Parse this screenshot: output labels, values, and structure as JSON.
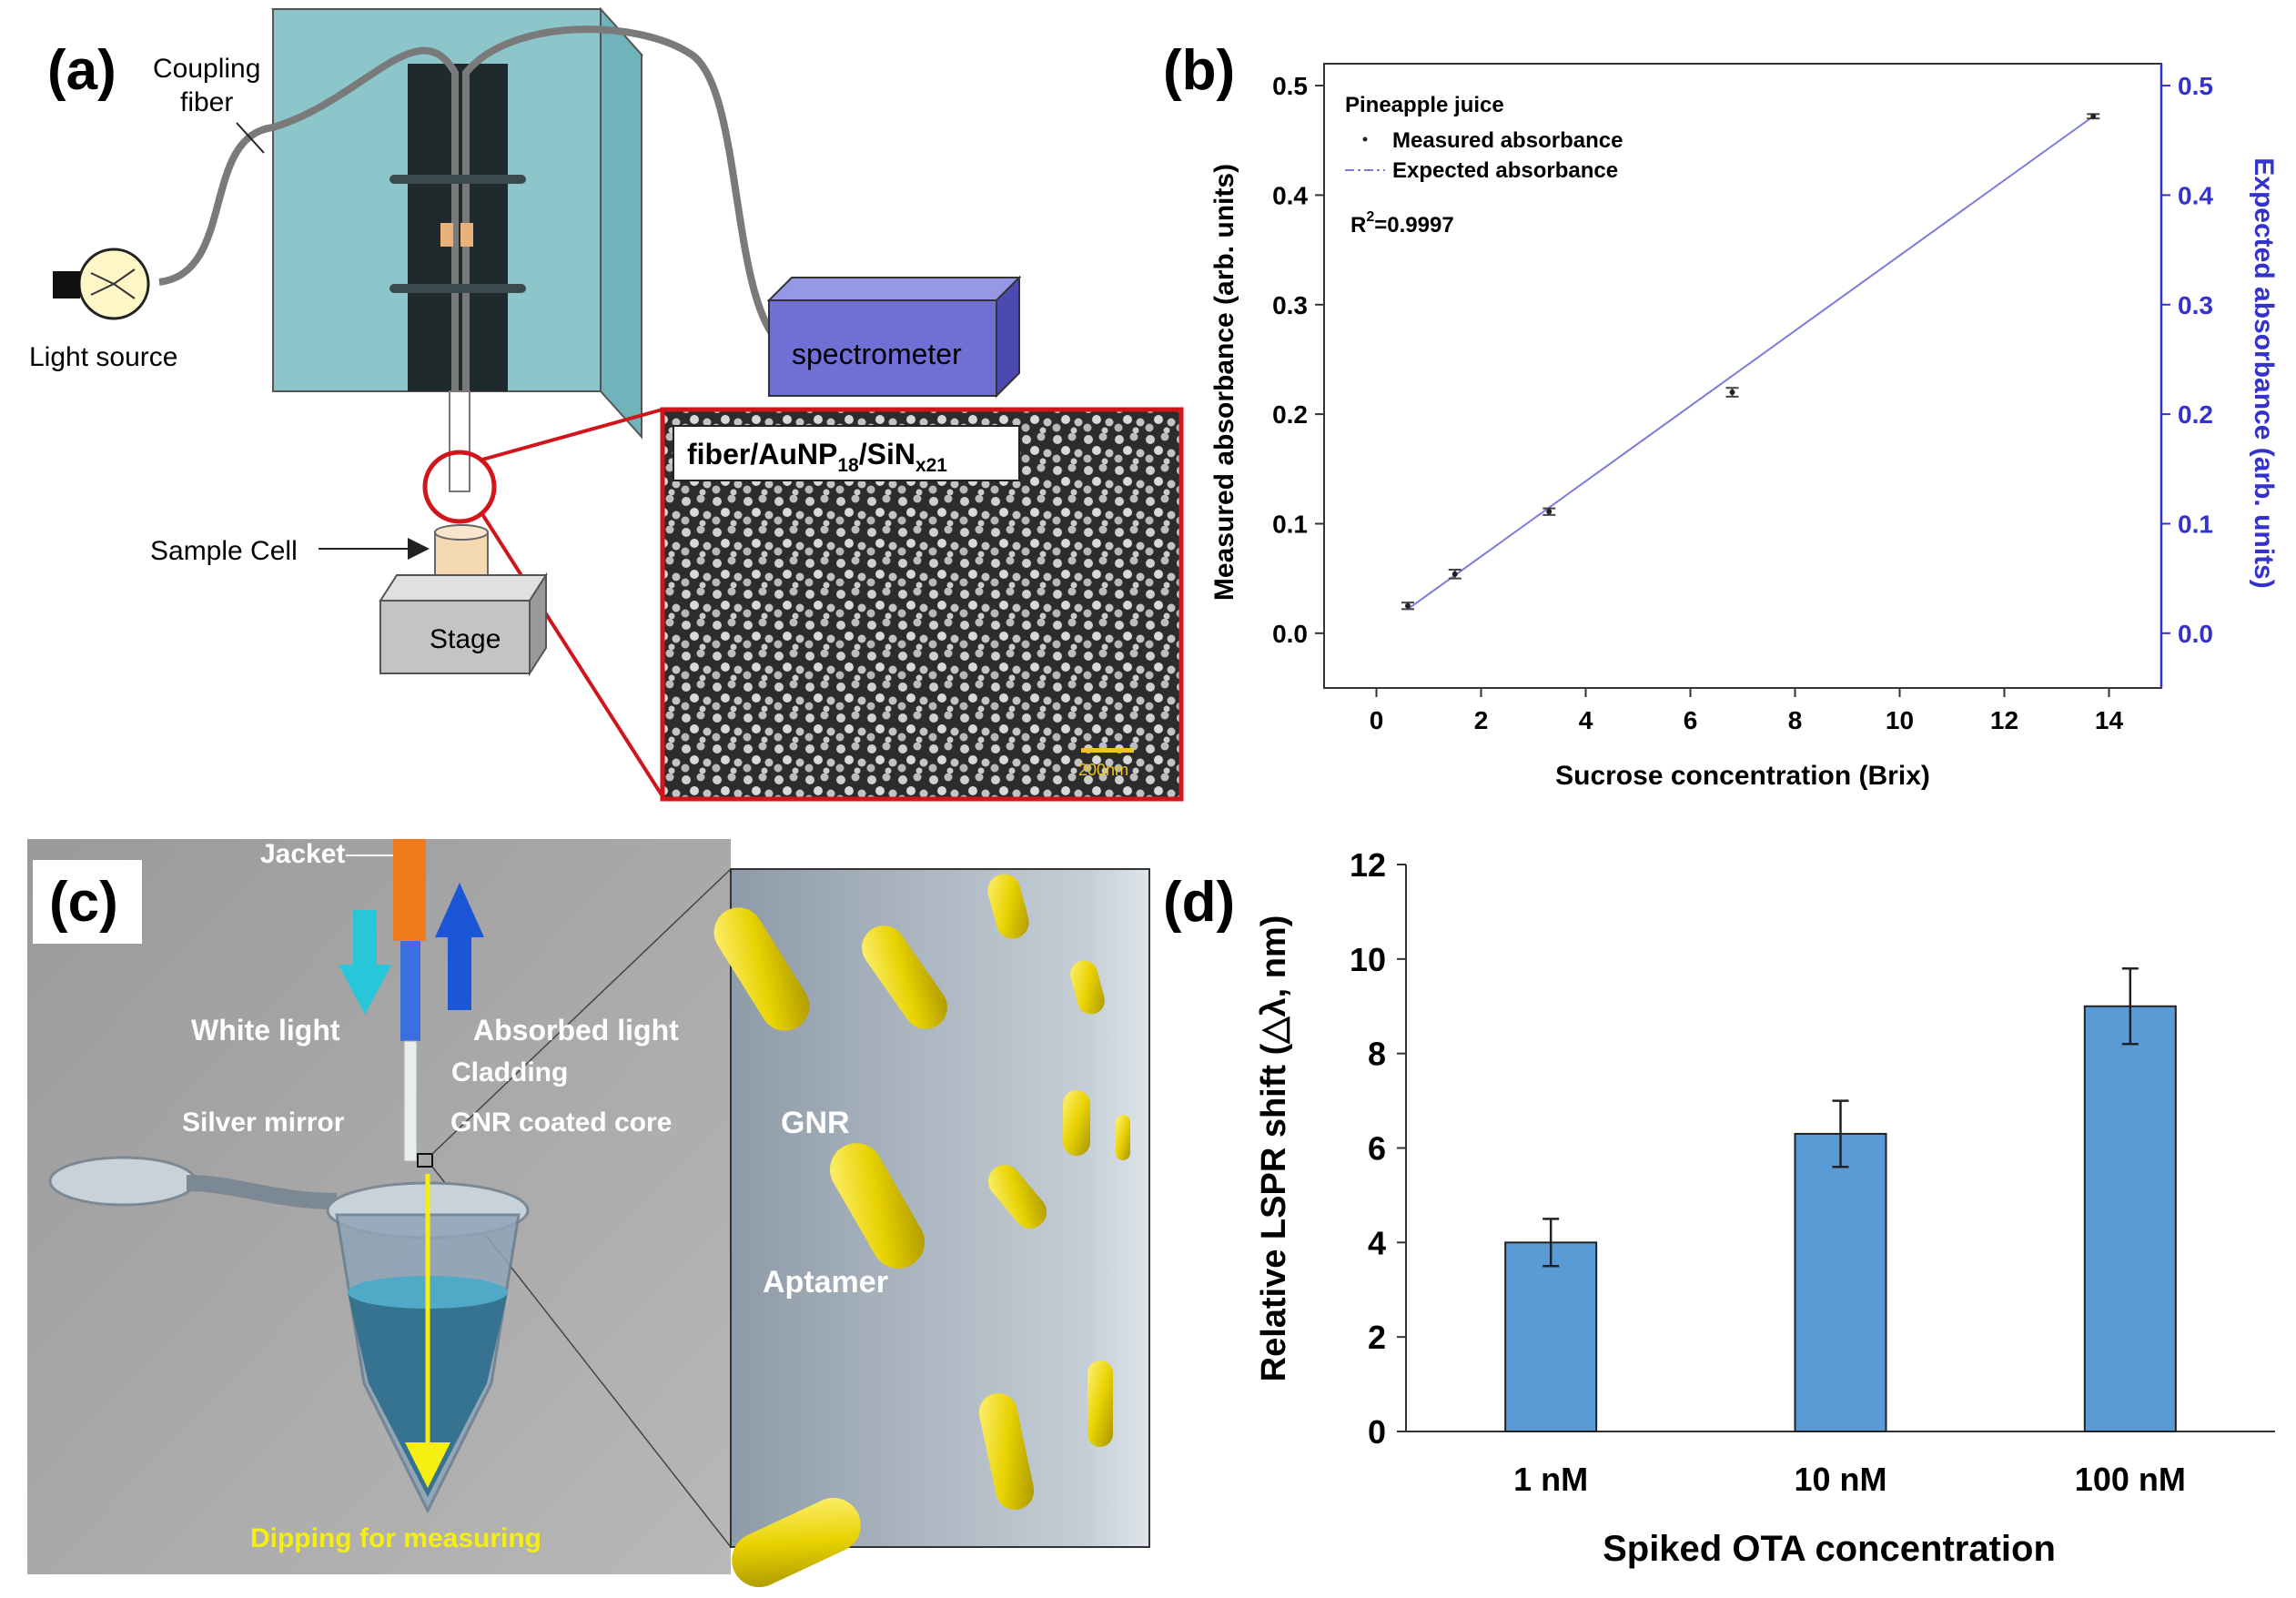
{
  "panel_a": {
    "letter": "(a)",
    "coupling_fiber": [
      "Coupling",
      "fiber"
    ],
    "light_source": "Light source",
    "spectrometer": "spectrometer",
    "sample_cell": "Sample Cell",
    "stage": "Stage",
    "sem_label": {
      "base": "fiber/AuNP",
      "sub1": "18",
      "mid": "/SiN",
      "sub2": "x21"
    },
    "scale_bar": "200nm"
  },
  "panel_c": {
    "letter": "(c)",
    "jacket": "Jacket",
    "white_light": "White light",
    "absorbed_light": "Absorbed light",
    "cladding": "Cladding",
    "silver_mirror": "Silver mirror",
    "gnr_coated_core": "GNR coated core",
    "dipping": "Dipping for measuring",
    "gnr": "GNR",
    "aptamer": "Aptamer"
  },
  "colors": {
    "box_teal": "#8cc6cb",
    "spectrometer": "#6f6fd6",
    "sem_border": "#d0151b",
    "right_axis": "#3333cc",
    "bar_fill": "#5b9bd5",
    "line_fit": "#7b7bd9",
    "gnr_yellow": "#e8d200",
    "arrow_cyan": "#27c7d9",
    "arrow_blue": "#1a56d6",
    "jacket_orange": "#f07b1a",
    "dip_arrow": "#f5ee10"
  },
  "chart_data": [
    {
      "panel": "(b)",
      "type": "scatter",
      "legend_title": "Pineapple juice",
      "legend": [
        "Measured absorbance",
        "Expected absorbance"
      ],
      "annotation": {
        "base": "R",
        "sup": "2",
        "rest": "=0.9997"
      },
      "xlabel": "Sucrose concentration (Brix)",
      "ylabel": "Measured absorbance (arb. units)",
      "y2label": "Expected absorbance (arb. units)",
      "xlim": [
        -1,
        15
      ],
      "ylim": [
        -0.05,
        0.52
      ],
      "xticks": [
        0,
        2,
        4,
        6,
        8,
        10,
        12,
        14
      ],
      "yticks": [
        0.0,
        0.1,
        0.2,
        0.3,
        0.4,
        0.5
      ],
      "series": [
        {
          "name": "Measured absorbance",
          "x": [
            0.6,
            1.5,
            3.3,
            6.8,
            13.7
          ],
          "y": [
            0.025,
            0.054,
            0.111,
            0.22,
            0.472
          ],
          "err": [
            0.003,
            0.004,
            0.003,
            0.004,
            0.002
          ]
        },
        {
          "name": "Expected absorbance",
          "x": [
            0.6,
            13.7
          ],
          "y": [
            0.022,
            0.472
          ]
        }
      ]
    },
    {
      "panel": "(d)",
      "type": "bar",
      "categories": [
        "1 nM",
        "10 nM",
        "100 nM"
      ],
      "values": [
        4.0,
        6.3,
        9.0
      ],
      "errors": [
        0.5,
        0.7,
        0.8
      ],
      "xlabel": "Spiked OTA concentration",
      "ylabel": "Relative LSPR shift (△λ, nm)",
      "ylim": [
        0,
        12
      ],
      "yticks": [
        0,
        2,
        4,
        6,
        8,
        10,
        12
      ]
    }
  ]
}
